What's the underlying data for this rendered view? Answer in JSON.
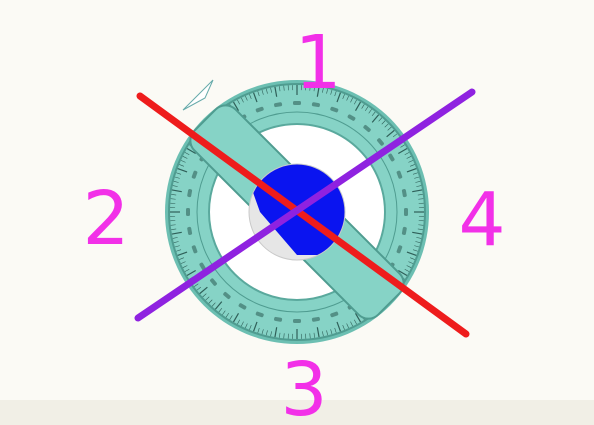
{
  "colors": {
    "background": "#fbfaf5",
    "protractor_ring": "#7fd1c3",
    "protractor_edge": "#4f9c90",
    "tick": "#2f5f58",
    "center_disc": "#e6e6e6",
    "center_circle": "#0a14f0",
    "red_line": "#ee1c1c",
    "purple_line": "#8f22e0",
    "label": "#f230e8"
  },
  "quadrant_labels": [
    "1",
    "2",
    "3",
    "4"
  ]
}
